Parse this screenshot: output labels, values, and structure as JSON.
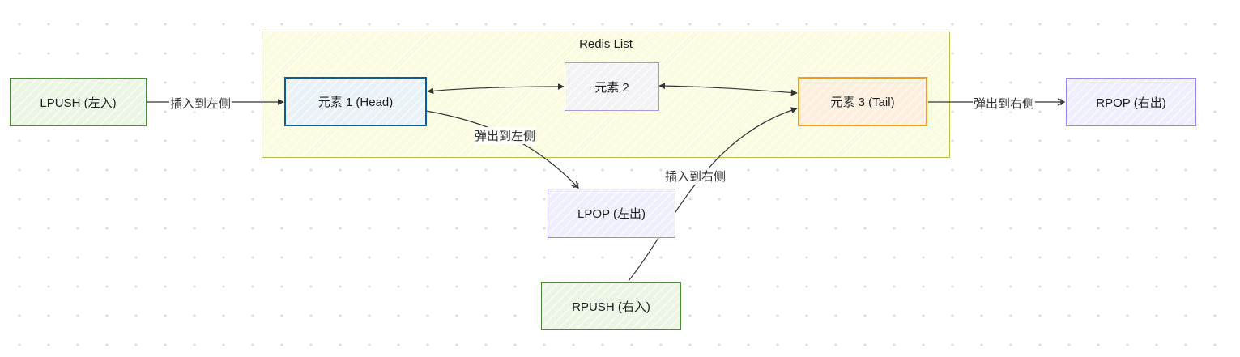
{
  "group": {
    "title": "Redis List"
  },
  "nodes": {
    "lpush": "LPUSH (左入)",
    "head": "元素 1 (Head)",
    "mid": "元素 2",
    "tail": "元素 3 (Tail)",
    "rpop": "RPOP (右出)",
    "lpop": "LPOP (左出)",
    "rpush": "RPUSH (右入)"
  },
  "edges": {
    "lpush_head": "插入到左侧",
    "head_lpop": "弹出到左侧",
    "tail_rpop": "弹出到右侧",
    "rpush_tail": "插入到右侧"
  },
  "colors": {
    "green_stroke": "#4c8a3a",
    "purple_stroke": "#9b87e8",
    "blue_stroke": "#0b5c99",
    "orange_stroke": "#f59a1c",
    "group_stroke": "#bcbc58",
    "edge": "#333333"
  }
}
